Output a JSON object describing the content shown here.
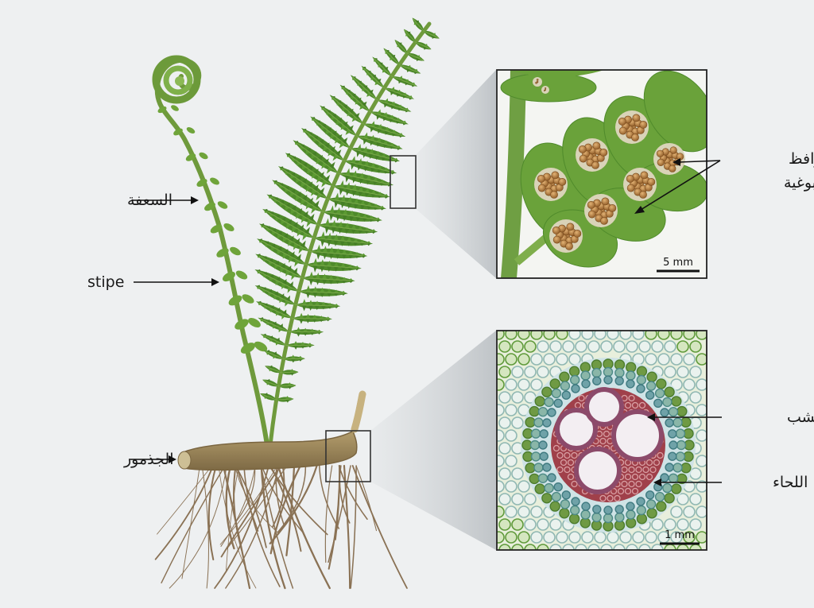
{
  "labels": {
    "crozier": "السعفة",
    "stipe": "stipe",
    "rhizome": "الجذمور",
    "sori_line1": "الحوافظ",
    "sori_line2": "البوغية",
    "xylem": "الخشب",
    "phloem": "اللحاء"
  },
  "scale_bars": {
    "sori": "5 mm",
    "section": "1 mm"
  },
  "colors": {
    "background": "#eef0f1",
    "frond": "#4f8a2b",
    "stem": "#6f9a3c",
    "rhizome": "#b8a57a",
    "roots": "#8a7255",
    "sorus": "#b8793a",
    "xylem": "#a0404a",
    "phloem": "#5f9a9a"
  }
}
